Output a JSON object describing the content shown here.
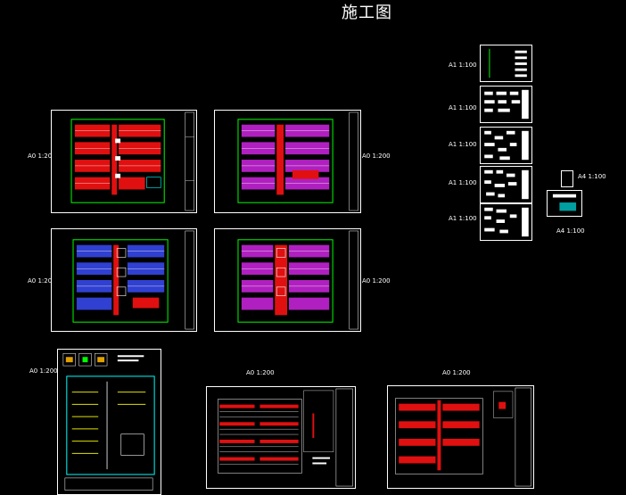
{
  "drawing": {
    "title": "施工图",
    "scale_labels": {
      "a0_200": "A0 1:200",
      "a1_100": "A1 1:100",
      "a4_100": "A4 1:100"
    }
  }
}
